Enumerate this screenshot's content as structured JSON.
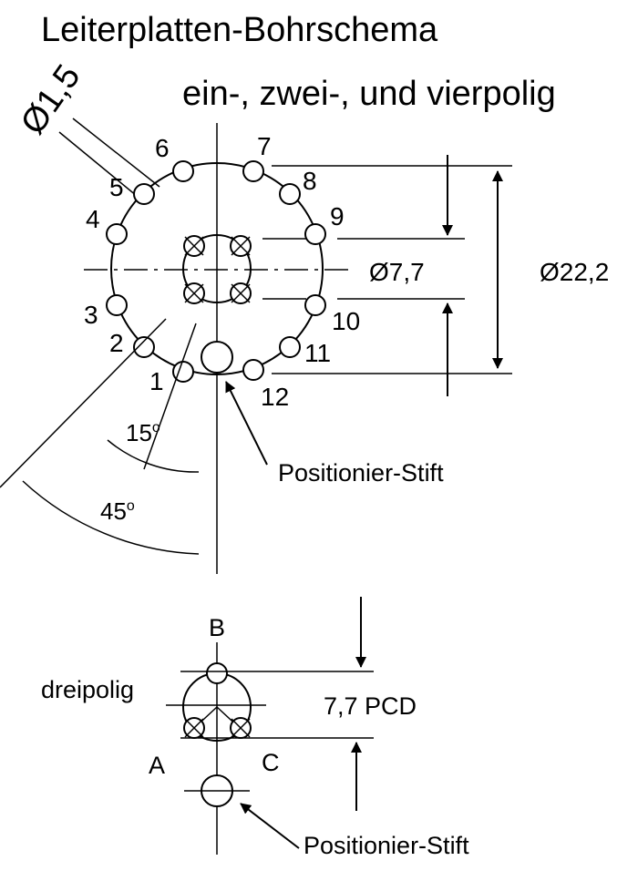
{
  "title": "Leiterplatten-Bohrschema",
  "subtitle": "ein-, zwei-, und vierpolig",
  "hole_diameter": "Ø1,5",
  "inner_pcd": "Ø7,7",
  "outer_pcd": "Ø22,2",
  "pin_numbers": [
    "1",
    "2",
    "3",
    "4",
    "5",
    "6",
    "7",
    "8",
    "9",
    "10",
    "11",
    "12"
  ],
  "angle_small": "15",
  "angle_large": "45",
  "degree_mark": "o",
  "positioning_pin": "Positionier-Stift",
  "three_pole": {
    "label": "dreipolig",
    "pcd": "7,7 PCD",
    "pin_a": "A",
    "pin_b": "B",
    "pin_c": "C",
    "positioning_pin": "Positionier-Stift"
  },
  "colors": {
    "line": "#000000",
    "background": "#ffffff"
  }
}
